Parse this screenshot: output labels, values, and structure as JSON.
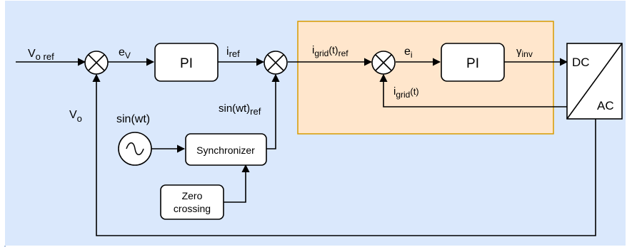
{
  "colors": {
    "background": "#dae8fc",
    "highlight_fill": "#ffe6cc",
    "highlight_stroke": "#d79b00",
    "line": "#000000"
  },
  "signals": {
    "vo_ref": {
      "main": "V",
      "sub": "o ref"
    },
    "ev": {
      "main": "e",
      "sub": "V"
    },
    "iref": {
      "main": "i",
      "sub": "ref"
    },
    "igrid_ref": {
      "main": "i",
      "sub": "grid",
      "mid": "(t)",
      "sub2": "ref"
    },
    "ei": {
      "main": "e",
      "sub": "i"
    },
    "gamma": {
      "main": "γ",
      "sub": "inv"
    },
    "vo": {
      "main": "V",
      "sub": "o"
    },
    "sinwt_ref": {
      "main": "sin(wt)",
      "sub": "ref"
    },
    "sinwt": "sin(wt)",
    "igrid_fb": {
      "main": "i",
      "sub": "grid",
      "mid": "(t)"
    }
  },
  "blocks": {
    "pi_outer": "PI",
    "pi_inner": "PI",
    "synchronizer": "Synchronizer",
    "zero_crossing_line1": "Zero",
    "zero_crossing_line2": "crossing",
    "dc": "DC",
    "ac": "AC"
  }
}
